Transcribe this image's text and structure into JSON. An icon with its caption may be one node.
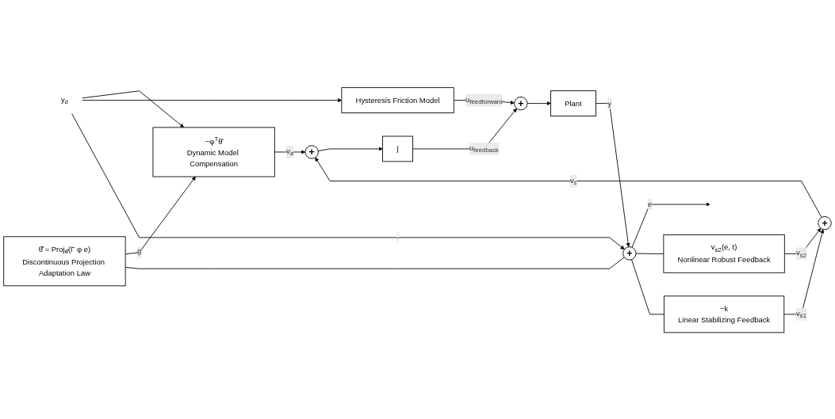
{
  "diagram": {
    "nodes": [
      {
        "text": [
          "θ̂̇ = Proj$_{θ̂}$(Γ φ e)",
          "Discontinuous Projection Adaptation Law"
        ]
      },
      {
        "text": [
          "v$_{s2}$(e, t)",
          "Nonlinear Robust Feedback"
        ]
      },
      {
        "text": [
          "+"
        ]
      },
      {
        "text": [
          "−k",
          "Linear Stabilizing Feedback"
        ]
      },
      {
        "text": [
          "−φ$^{T}$θ̂",
          "Dynamic Model Compensation"
        ]
      },
      {
        "text": [
          "+"
        ]
      },
      {
        "text": [
          "∫"
        ]
      },
      {
        "text": [
          "+"
        ]
      },
      {
        "text": [
          "Plant"
        ]
      },
      {
        "text": [
          "+"
        ]
      },
      {
        "text": [
          "Hysteresis Friction Model"
        ]
      },
      {
        "text": [
          "y$_{d}$"
        ]
      }
    ],
    "edges": [
      {
        "from": 9,
        "to": null,
        "arrow": "to",
        "label": "e"
      },
      {
        "from": 9,
        "to": 0,
        "arrow": "none"
      },
      {
        "from": 9,
        "to": 1,
        "arrow": "none"
      },
      {
        "from": 9,
        "to": 3,
        "arrow": "none"
      },
      {
        "from": 0,
        "to": 4,
        "arrow": "to",
        "label": "θ̂"
      },
      {
        "from": 1,
        "to": 2,
        "arrow": "to",
        "label": "v$_{s2}$"
      },
      {
        "from": 3,
        "to": 2,
        "arrow": "to",
        "label": "v$_{s1}$"
      },
      {
        "from": 2,
        "to": 5,
        "arrow": "to",
        "label": "v$_{s}$"
      },
      {
        "from": 11,
        "to": 4,
        "arrow": "to"
      },
      {
        "from": 4,
        "to": 5,
        "arrow": "to",
        "label": "v$_{a}$"
      },
      {
        "from": 5,
        "to": 6,
        "arrow": "to"
      },
      {
        "from": 6,
        "to": 7,
        "arrow": "to",
        "label": "u$_{feedback}$"
      },
      {
        "from": 11,
        "to": 10,
        "arrow": "to"
      },
      {
        "from": 10,
        "to": 7,
        "arrow": "to",
        "label": "u$_{feedforward}$"
      },
      {
        "from": 7,
        "to": 8,
        "arrow": "to"
      },
      {
        "from": 8,
        "to": 9,
        "arrow": "to",
        "label": "y"
      },
      {
        "from": 11,
        "to": 9,
        "arrow": "to",
        "label": "-"
      }
    ]
  }
}
